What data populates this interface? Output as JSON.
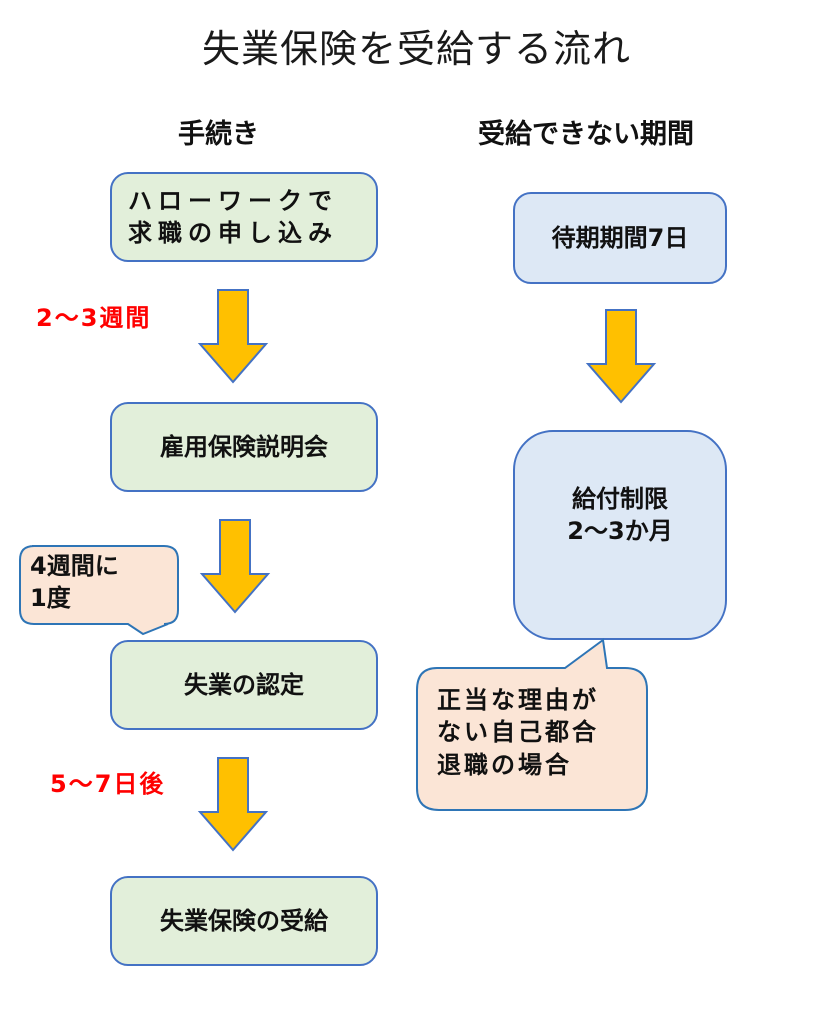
{
  "title": "失業保険を受給する流れ",
  "columns": {
    "procedure": {
      "heading": "手続き",
      "steps": [
        {
          "label_line1": "ハローワークで",
          "label_line2": "求職の申し込み"
        },
        {
          "label": "雇用保険説明会"
        },
        {
          "label": "失業の認定"
        },
        {
          "label": "失業保険の受給"
        }
      ],
      "intervals": [
        {
          "label": "2～3週間"
        },
        {
          "label": ""
        },
        {
          "label": "5～7日後"
        }
      ],
      "callout": {
        "line1": "4週間に",
        "line2": "1度"
      }
    },
    "ineligible": {
      "heading": "受給できない期間",
      "steps": [
        {
          "label": "待期期間7日"
        },
        {
          "label_line1": "給付制限",
          "label_line2": "2～3か月"
        }
      ],
      "callout": {
        "line1": "正当な理由が",
        "line2": "ない自己都合",
        "line3": "退職の場合"
      }
    }
  },
  "colors": {
    "step_fill_procedure": "#e2efda",
    "step_fill_ineligible": "#dde8f5",
    "border": "#4472c4",
    "arrow_fill": "#ffc000",
    "callout_fill": "#fbe5d6",
    "interval_text": "#ff0000"
  }
}
